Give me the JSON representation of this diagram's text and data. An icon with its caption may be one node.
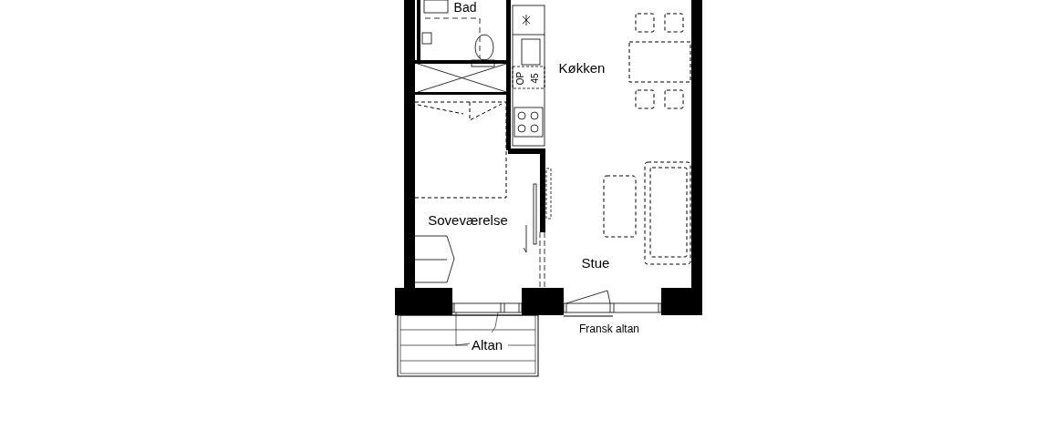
{
  "diagram": {
    "labels": [
      "Bad",
      "Køkken",
      "OP",
      "45",
      "Soveværelse",
      "Stue",
      "Altan",
      "Fransk altan"
    ]
  }
}
